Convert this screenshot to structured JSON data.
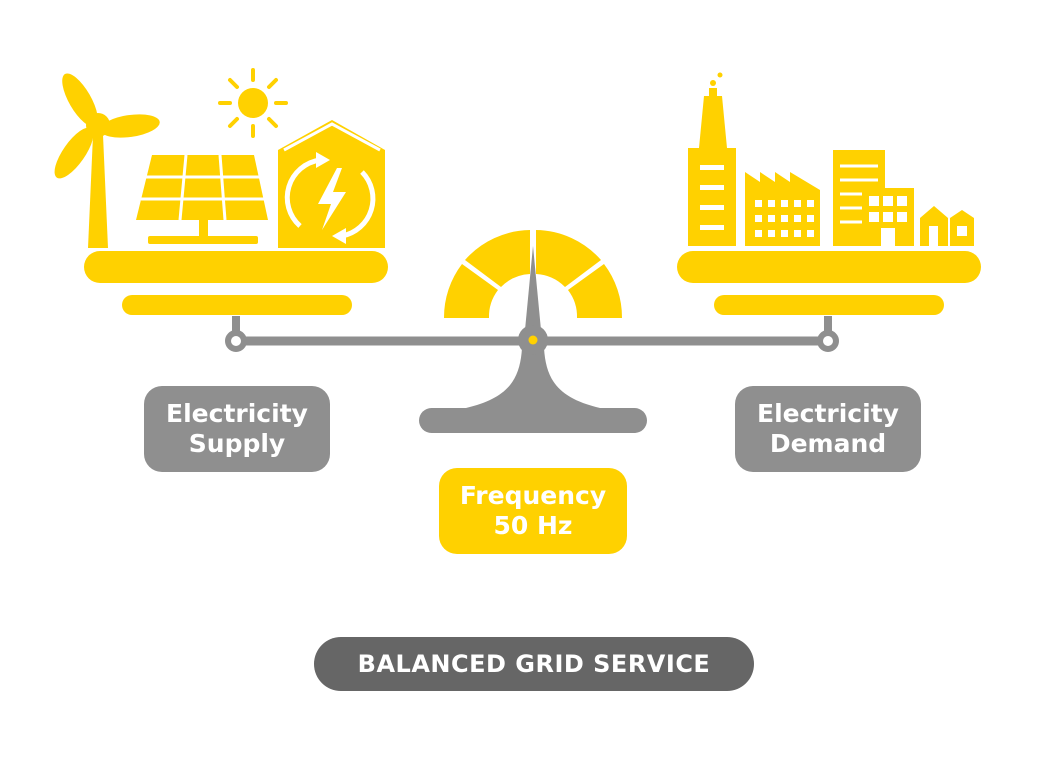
{
  "colors": {
    "accent": "#FFD100",
    "neutral": "#8F8F8F",
    "dark": "#666666",
    "background": "#FFFFFF",
    "text": "#FFFFFF"
  },
  "icons": {
    "supply": [
      "wind-turbine-icon",
      "sun-icon",
      "solar-panel-icon",
      "energy-storage-house-icon"
    ],
    "demand": [
      "factory-icon",
      "office-building-icon",
      "house-icon"
    ],
    "center": [
      "frequency-gauge-icon",
      "balance-scale-icon"
    ]
  },
  "labels": {
    "supply": {
      "line1": "Electricity",
      "line2": "Supply"
    },
    "demand": {
      "line1": "Electricity",
      "line2": "Demand"
    },
    "frequency": {
      "line1": "Frequency",
      "line2": "50 Hz"
    },
    "banner": "BALANCED GRID SERVICE"
  }
}
